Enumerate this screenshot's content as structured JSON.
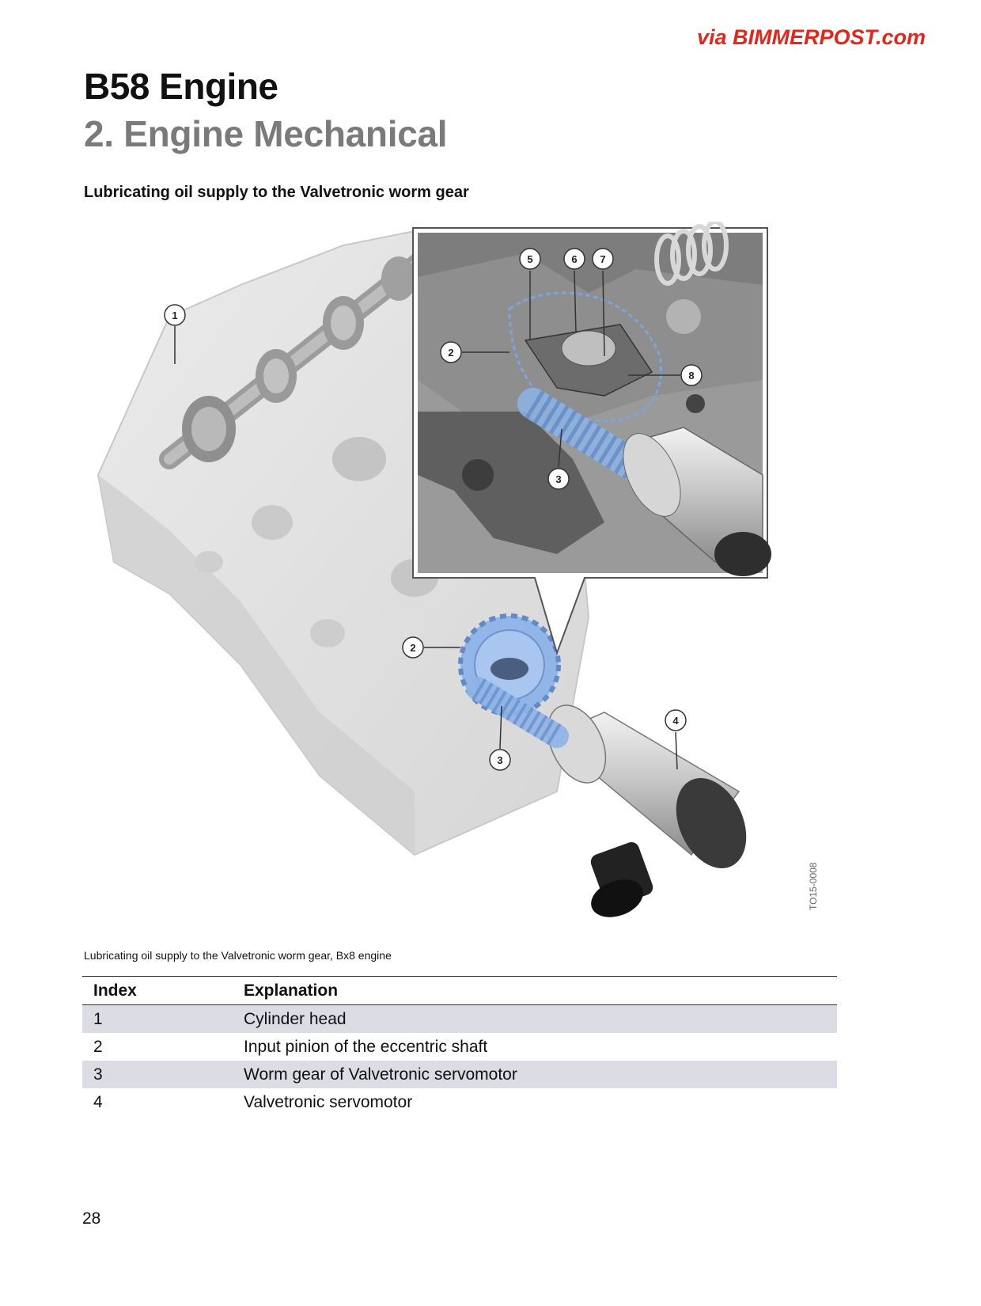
{
  "watermark": "via BIMMERPOST.com",
  "header": {
    "title": "B58 Engine",
    "subtitle": "2. Engine Mechanical"
  },
  "section_heading": "Lubricating oil supply to the Valvetronic worm gear",
  "figure": {
    "code": "TO15-0008",
    "callouts": [
      "1",
      "2",
      "3",
      "4",
      "5",
      "6",
      "7",
      "8"
    ],
    "inset_callouts": [
      "5",
      "6",
      "7",
      "2",
      "8",
      "3"
    ],
    "main_callouts": [
      "1",
      "2",
      "3",
      "4"
    ],
    "gear_color": "#8fb4e8"
  },
  "caption": "Lubricating oil supply to the Valvetronic worm gear, Bx8 engine",
  "table": {
    "headers": [
      "Index",
      "Explanation"
    ],
    "rows": [
      {
        "index": "1",
        "explanation": "Cylinder head"
      },
      {
        "index": "2",
        "explanation": "Input pinion of the eccentric shaft"
      },
      {
        "index": "3",
        "explanation": "Worm gear of Valvetronic servomotor"
      },
      {
        "index": "4",
        "explanation": "Valvetronic servomotor"
      }
    ]
  },
  "page_number": "28"
}
